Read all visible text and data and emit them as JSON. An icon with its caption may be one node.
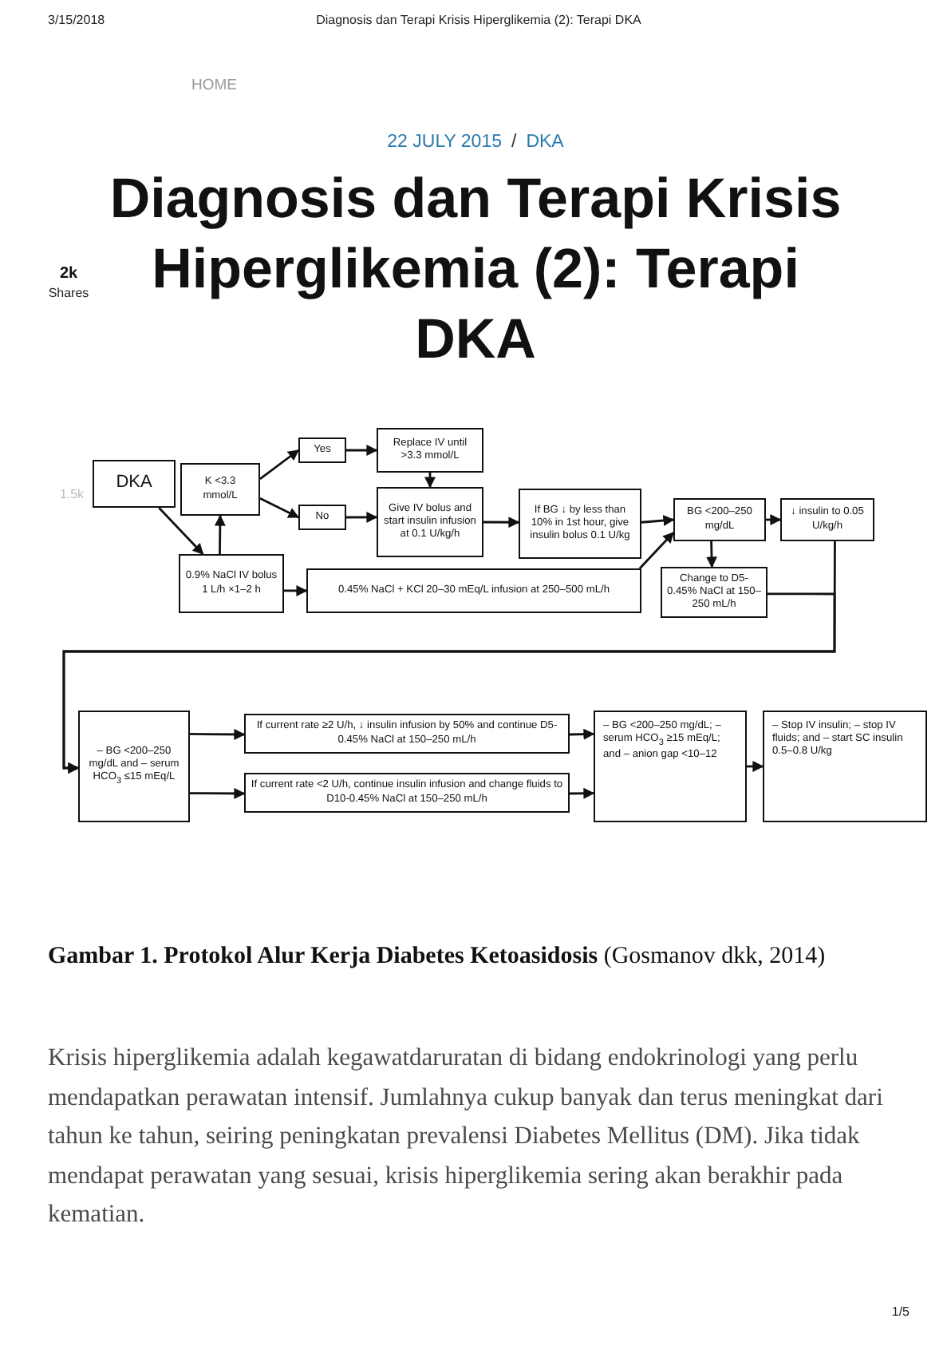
{
  "diagram": {
    "title": "Diagnosis dan Terapi Krisis Hiperglikemia (2): Terapi DKA",
    "caption": "**Gambar 1. Protokol Alur Kerja Diabetes Ketoasidosis** (Gosmanov dkk, 2014)",
    "nodes": [
      {
        "text": [
          "DKA"
        ]
      },
      {
        "text": [
          "K <3.3 mmol/L"
        ]
      },
      {
        "text": [
          "Yes"
        ]
      },
      {
        "text": [
          "No"
        ]
      },
      {
        "text": [
          "Replace IV until >3.3 mmol/L"
        ]
      },
      {
        "text": [
          "Give IV bolus and start insulin infusion at 0.1 U/kg/h"
        ]
      },
      {
        "text": [
          "If BG ↓ by less than 10% in 1st hour, give insulin bolus 0.1 U/kg"
        ]
      },
      {
        "text": [
          "0.9% NaCl IV bolus 1 L/h ×1–2 h"
        ]
      },
      {
        "text": [
          "0.45% NaCl + KCl 20–30 mEq/L infusion at 250–500 mL/h"
        ]
      },
      {
        "text": [
          "BG <200–250 mg/dL"
        ]
      },
      {
        "text": [
          "↓ insulin to 0.05 U/kg/h"
        ]
      },
      {
        "text": [
          "Change to D5-0.45% NaCl at 150–250 mL/h"
        ]
      },
      {
        "text": [
          "– BG <200–250 mg/dL and – serum HCO$_{3}$ ≤15 mEq/L"
        ]
      },
      {
        "text": [
          "If current rate ≥2 U/h, ↓ insulin infusion by 50% and continue D5-0.45% NaCl at 150–250 mL/h"
        ]
      },
      {
        "text": [
          "If current rate <2 U/h, continue insulin infusion and change fluids to D10-0.45% NaCl at 150–250 mL/h"
        ]
      },
      {
        "text": [
          "– BG <200–250 mg/dL; – serum HCO$_{3}$ ≥15 mEq/L; and – anion gap <10–12"
        ]
      },
      {
        "text": [
          "– Stop IV insulin; – stop IV fluids; and – start SC insulin 0.5–0.8 U/kg"
        ]
      }
    ],
    "edges": [
      {
        "from": 0,
        "to": 7,
        "arrow": "to"
      },
      {
        "from": 7,
        "to": 1,
        "arrow": "to"
      },
      {
        "from": 1,
        "to": 2,
        "arrow": "to"
      },
      {
        "from": 1,
        "to": 3,
        "arrow": "to"
      },
      {
        "from": 2,
        "to": 4,
        "arrow": "to"
      },
      {
        "from": 4,
        "to": 5,
        "arrow": "to"
      },
      {
        "from": 3,
        "to": 5,
        "arrow": "to"
      },
      {
        "from": 5,
        "to": 6,
        "arrow": "to"
      },
      {
        "from": 6,
        "to": 9,
        "arrow": "to"
      },
      {
        "from": 8,
        "to": 9,
        "arrow": "to"
      },
      {
        "from": 7,
        "to": 8,
        "arrow": "to"
      },
      {
        "from": 9,
        "to": 10,
        "arrow": "to"
      },
      {
        "from": 9,
        "to": 11,
        "arrow": "to"
      },
      {
        "from": 10,
        "to": 12,
        "arrow": "to"
      },
      {
        "from": 11,
        "to": 12,
        "arrow": "to"
      },
      {
        "from": 12,
        "to": 13,
        "arrow": "to"
      },
      {
        "from": 12,
        "to": 14,
        "arrow": "to"
      },
      {
        "from": 13,
        "to": 15,
        "arrow": "to"
      },
      {
        "from": 14,
        "to": 15,
        "arrow": "to"
      },
      {
        "from": 15,
        "to": 16,
        "arrow": "to"
      }
    ],
    "labels": [
      "3/15/2018",
      "Diagnosis dan Terapi Krisis Hiperglikemia (2): Terapi DKA",
      "HOME",
      "22 JULY 2015",
      "/",
      "DKA",
      "2k",
      "Shares",
      "1.5k",
      "Krisis hiperglikemia adalah kegawatdaruratan di bidang endokrinologi yang perlu mendapatkan perawatan intensif. Jumlahnya cukup banyak dan terus meningkat dari tahun ke tahun, seiring peningkatan prevalensi Diabetes Mellitus (DM). Jika tidak mendapat perawatan yang sesuai, krisis hiperglikemia sering akan berakhir pada kematian.",
      "1/5"
    ]
  }
}
